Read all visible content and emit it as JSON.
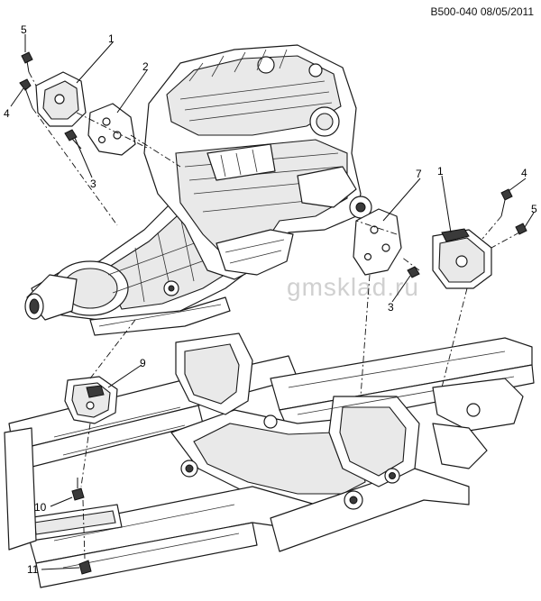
{
  "header": {
    "drawing_code": "B500-040",
    "date": "08/05/2011"
  },
  "watermark": "gmsklad.ru",
  "callouts": {
    "c1a": "1",
    "c1b": "1",
    "c2": "2",
    "c3a": "3",
    "c3b": "3",
    "c4a": "4",
    "c4b": "4",
    "c5a": "5",
    "c5b": "5",
    "c7": "7",
    "c9": "9",
    "c10": "10",
    "c11": "11"
  }
}
